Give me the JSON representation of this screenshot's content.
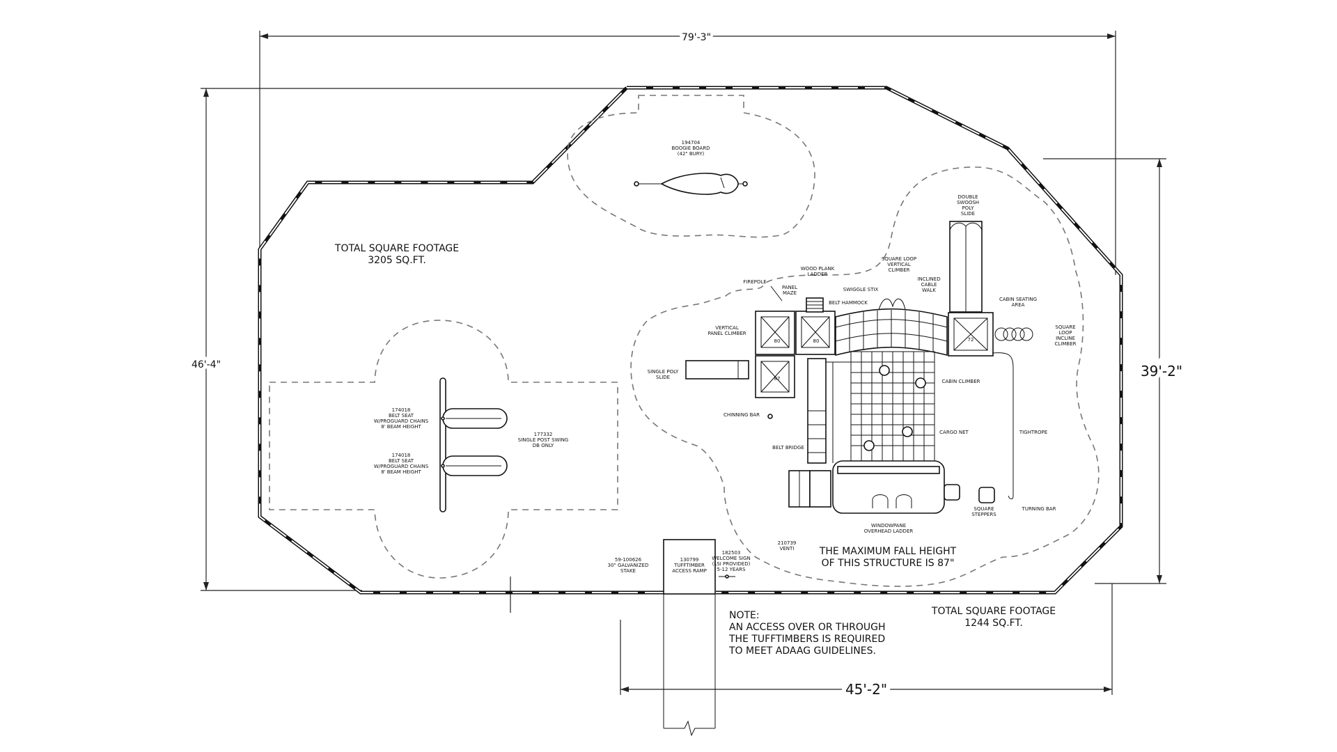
{
  "dimensions": {
    "top_width": "79'-3\"",
    "left_height": "46'-4\"",
    "right_height": "39'-2\"",
    "bottom_width": "45'-2\""
  },
  "areas": {
    "total_left_label": "TOTAL SQUARE FOOTAGE",
    "total_left_value": "3205 SQ.FT.",
    "total_right_label": "TOTAL SQUARE FOOTAGE",
    "total_right_value": "1244 SQ.FT."
  },
  "boogie": {
    "l1": "194704",
    "l2": "BOOGIE BOARD",
    "l3": "(42\" BURY)"
  },
  "swing": {
    "seat1_l1": "174018",
    "seat1_l2": "BELT SEAT",
    "seat1_l3": "W/PROGUARD CHAINS",
    "seat1_l4": "8' BEAM HEIGHT",
    "seat2_l1": "174018",
    "seat2_l2": "BELT SEAT",
    "seat2_l3": "W/PROGUARD CHAINS",
    "seat2_l4": "8' BEAM HEIGHT",
    "post_l1": "177332",
    "post_l2": "SINGLE POST SWING",
    "post_l3": "DB ONLY"
  },
  "structure_labels": {
    "firepole": "FIREPOLE",
    "panel_maze_l1": "PANEL",
    "panel_maze_l2": "MAZE",
    "wood_plank_l1": "WOOD PLANK",
    "wood_plank_l2": "LADDER",
    "belt_hammock": "BELT HAMMOCK",
    "swiggle_stix": "SWIGGLE STIX",
    "square_loop_vert_l1": "SQUARE LOOP",
    "square_loop_vert_l2": "VERTICAL",
    "square_loop_vert_l3": "CLIMBER",
    "inclined_cable_l1": "INCLINED",
    "inclined_cable_l2": "CABLE",
    "inclined_cable_l3": "WALK",
    "double_swoosh_l1": "DOUBLE",
    "double_swoosh_l2": "SWOOSH",
    "double_swoosh_l3": "POLY",
    "double_swoosh_l4": "SLIDE",
    "cabin_seating_l1": "CABIN SEATING",
    "cabin_seating_l2": "AREA",
    "square_loop_incline_l1": "SQUARE",
    "square_loop_incline_l2": "LOOP",
    "square_loop_incline_l3": "INCLINE",
    "square_loop_incline_l4": "CLIMBER",
    "vertical_panel_l1": "VERTICAL",
    "vertical_panel_l2": "PANEL CLIMBER",
    "single_poly_l1": "SINGLE POLY",
    "single_poly_l2": "SLIDE",
    "cabin_climber": "CABIN CLIMBER",
    "chinning_bar": "CHINNING BAR",
    "cargo_net": "CARGO NET",
    "tightrope": "TIGHTROPE",
    "belt_bridge": "BELT BRIDGE",
    "windowpane_l1": "WINDOWPANE",
    "windowpane_l2": "OVERHEAD LADDER",
    "square_steppers_l1": "SQUARE",
    "square_steppers_l2": "STEPPERS",
    "turning_bar": "TURNING BAR",
    "venti_l1": "210739",
    "venti_l2": "VENTI"
  },
  "deck_numbers": {
    "d1": "80",
    "d2": "80",
    "d3": "87",
    "d4": "72"
  },
  "fall_height": {
    "l1": "THE MAXIMUM FALL HEIGHT",
    "l2": "OF THIS STRUCTURE IS 87\""
  },
  "entry": {
    "stake_l1": "59-100626",
    "stake_l2": "30\" GALVANIZED",
    "stake_l3": "STAKE",
    "ramp_l1": "130799",
    "ramp_l2": "TUFFTIMBER",
    "ramp_l3": "ACCESS RAMP",
    "sign_l1": "182503",
    "sign_l2": "WELCOME SIGN",
    "sign_l3": "(LSI PROVIDED)",
    "sign_l4": "5-12 YEARS"
  },
  "note": {
    "l1": "NOTE:",
    "l2": "AN ACCESS OVER OR THROUGH",
    "l3": "THE TUFFTIMBERS IS REQUIRED",
    "l4": "TO MEET ADAAG GUIDELINES."
  }
}
